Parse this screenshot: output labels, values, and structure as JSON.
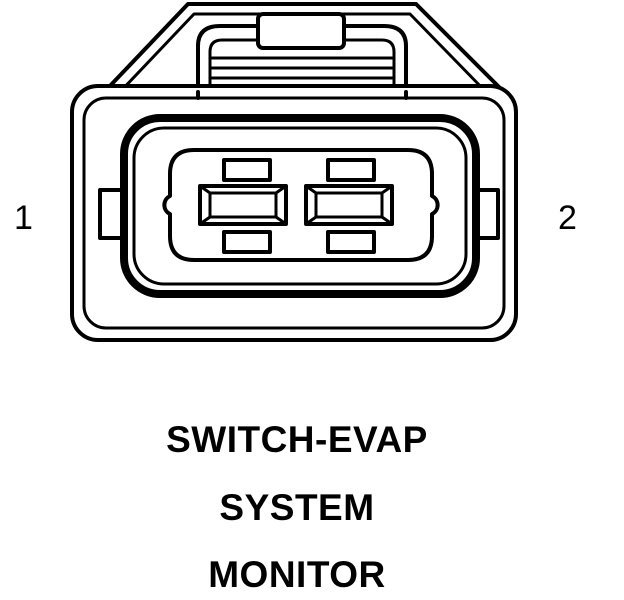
{
  "connector": {
    "pins": [
      {
        "label": "1"
      },
      {
        "label": "2"
      }
    ]
  },
  "caption": {
    "lines": [
      "SWITCH-EVAP",
      "SYSTEM",
      "MONITOR"
    ]
  },
  "colors": {
    "stroke": "#000000",
    "background": "#ffffff"
  }
}
